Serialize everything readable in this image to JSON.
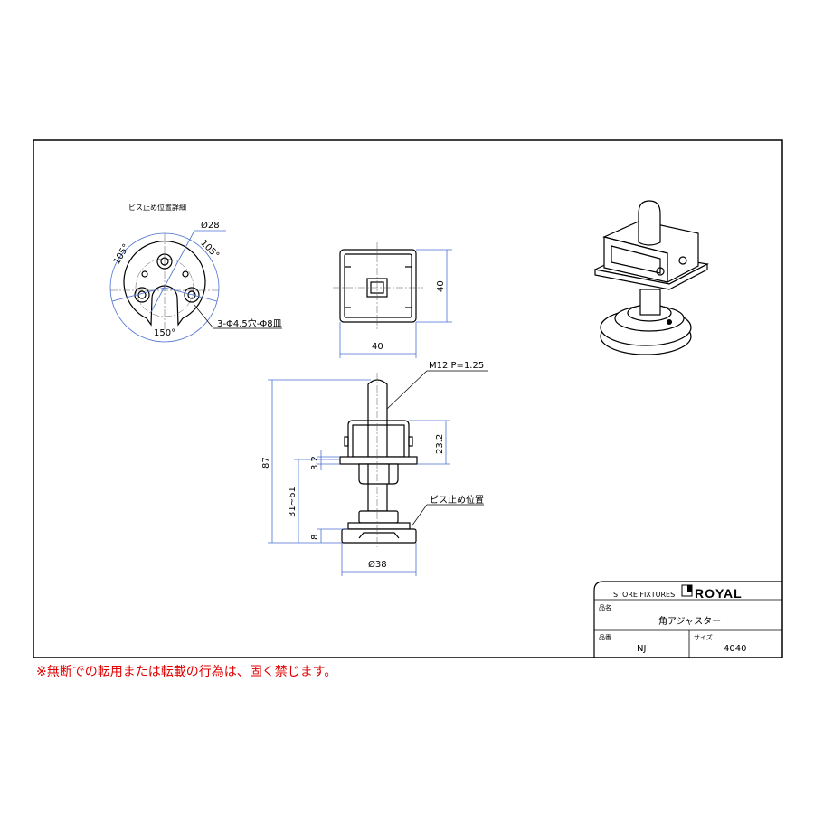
{
  "detail": {
    "title": "ビス止め位置詳細",
    "diameter": "Ø28",
    "angle_left": "105°",
    "angle_right": "105°",
    "angle_bottom": "150°",
    "holes": "3-Φ4.5穴-Φ8皿"
  },
  "top_view": {
    "width": "40",
    "height": "40"
  },
  "side_view": {
    "thread": "M12 P=1.25",
    "total_height": "87",
    "adjust_range": "31~61",
    "flange_thickness": "3.2",
    "bracket_height": "23.2",
    "base_height": "8",
    "base_diameter": "Ø38",
    "screw_position": "ビス止め位置"
  },
  "title_block": {
    "category": "STORE FIXTURES",
    "brand": "ROYAL",
    "name_label": "品名",
    "name": "角アジャスター",
    "code_label": "品番",
    "code": "NJ",
    "size_label": "サイズ",
    "size": "4040"
  },
  "warning": "※無断での転用または転載の行為は、固く禁じます。"
}
